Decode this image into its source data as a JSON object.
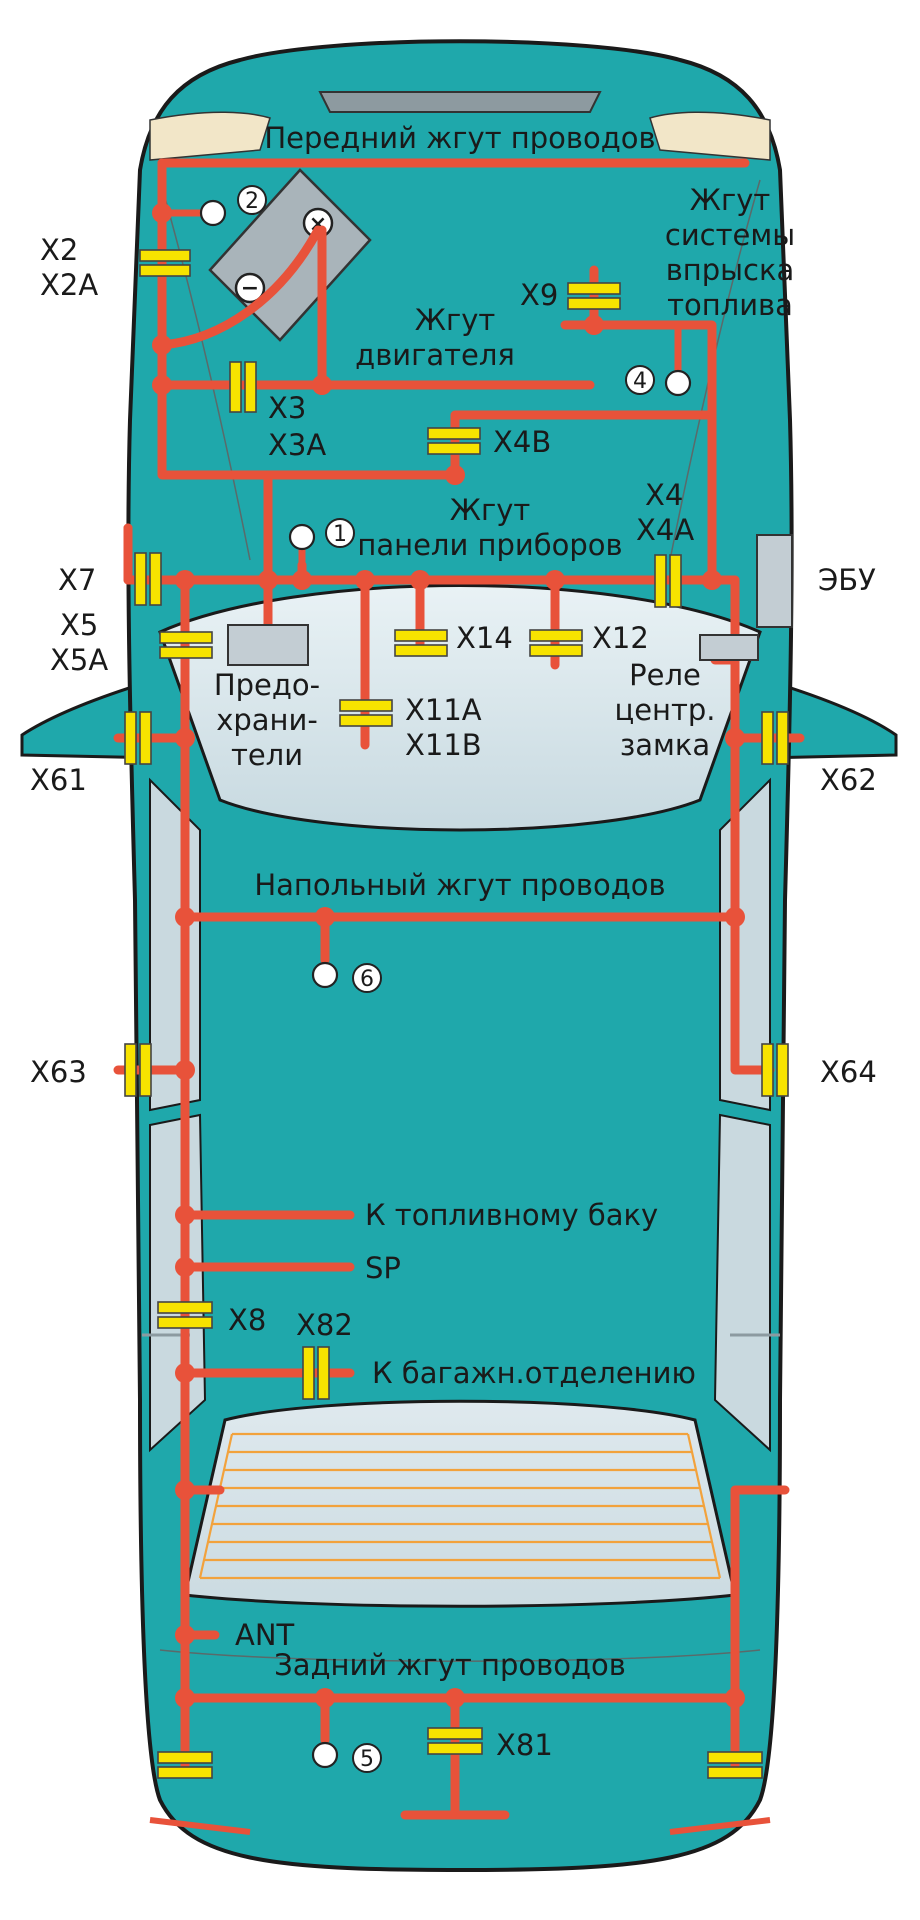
{
  "harness_labels": {
    "front": "Передний жгут проводов",
    "injection_1": "Жгут",
    "injection_2": "системы",
    "injection_3": "впрыска",
    "injection_4": "топлива",
    "engine_1": "Жгут",
    "engine_2": "двигателя",
    "panel_1": "Жгут",
    "panel_2": "панели приборов",
    "floor": "Напольный жгут проводов",
    "rear": "Задний жгут проводов",
    "to_fuel_tank": "К топливному баку",
    "to_trunk": "К багажн.отделению"
  },
  "connectors": {
    "x2": "X2",
    "x2a": "X2A",
    "x9": "X9",
    "x3": "X3",
    "x3a": "X3A",
    "x4b": "X4B",
    "x4": "X4",
    "x4a": "X4A",
    "x7": "X7",
    "x5": "X5",
    "x5a": "X5A",
    "x14": "X14",
    "x12": "X12",
    "x11a": "X11A",
    "x11b": "X11B",
    "x61": "X61",
    "x62": "X62",
    "x63": "X63",
    "x64": "X64",
    "x8": "X8",
    "x82": "X82",
    "x81": "X81",
    "sp": "SP",
    "ant": "ANT"
  },
  "components": {
    "ecu": "ЭБУ",
    "fuses_1": "Предо-",
    "fuses_2": "храни-",
    "fuses_3": "тели",
    "relay_1": "Реле",
    "relay_2": "центр.",
    "relay_3": "замка"
  },
  "ground_points": [
    "1",
    "2",
    "4",
    "5",
    "6"
  ],
  "colors": {
    "body": "#1fa8ab",
    "body_outline": "#1a1a1a",
    "glass": "#d8e6ec",
    "wire": "#e8523a",
    "connector": "#f7e300",
    "defroster": "#f2a23c"
  }
}
